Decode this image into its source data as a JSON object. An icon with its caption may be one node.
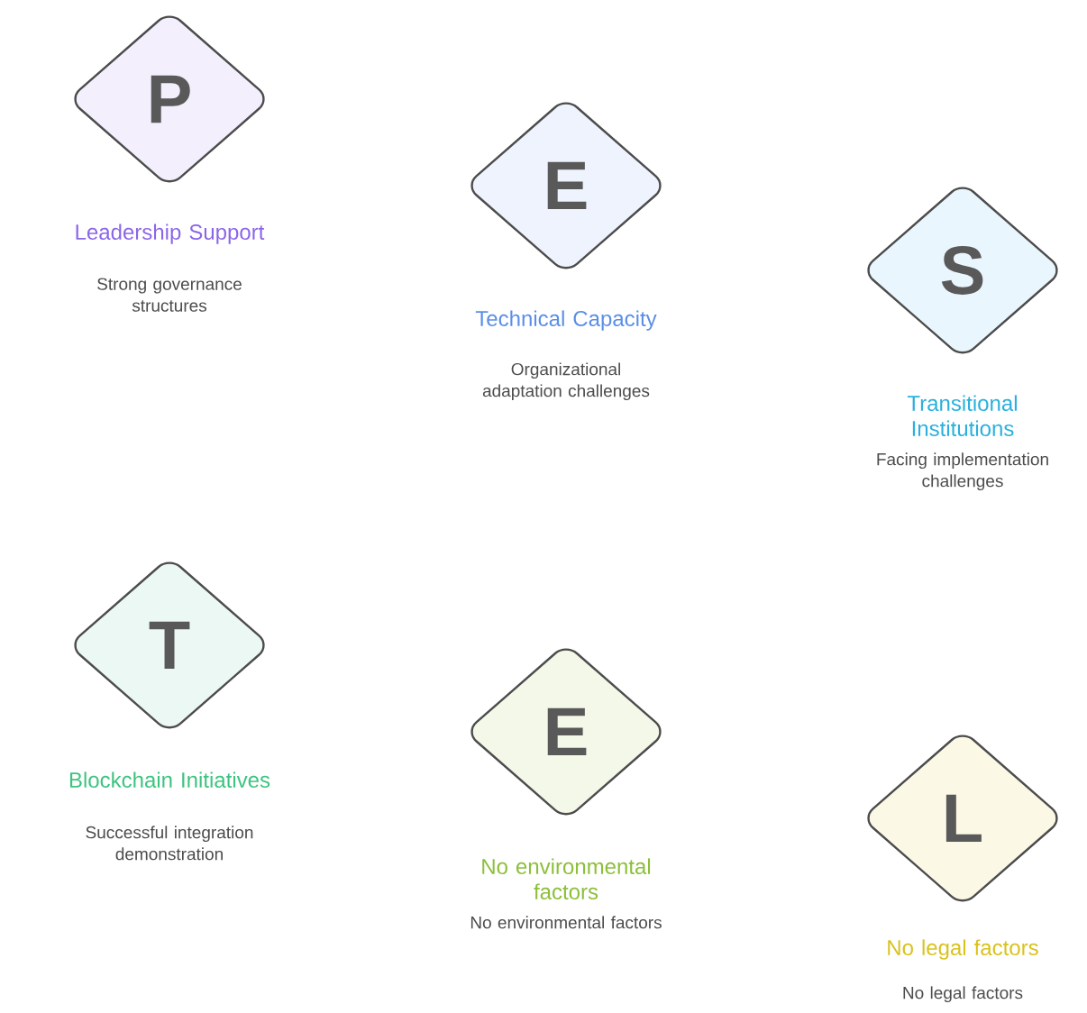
{
  "diagram": {
    "nodes": [
      {
        "text": [
          "P",
          "Leadership Support",
          "Strong governance structures"
        ]
      },
      {
        "text": [
          "E",
          "Technical Capacity",
          "Organizational adaptation challenges"
        ]
      },
      {
        "text": [
          "S",
          "Transitional Institutions",
          "Facing implementation challenges"
        ]
      },
      {
        "text": [
          "T",
          "Blockchain Initiatives",
          "Successful integration demonstration"
        ]
      },
      {
        "text": [
          "E",
          "No environmental factors",
          "No environmental factors"
        ]
      },
      {
        "text": [
          "L",
          "No legal factors",
          "No legal factors"
        ]
      }
    ]
  }
}
